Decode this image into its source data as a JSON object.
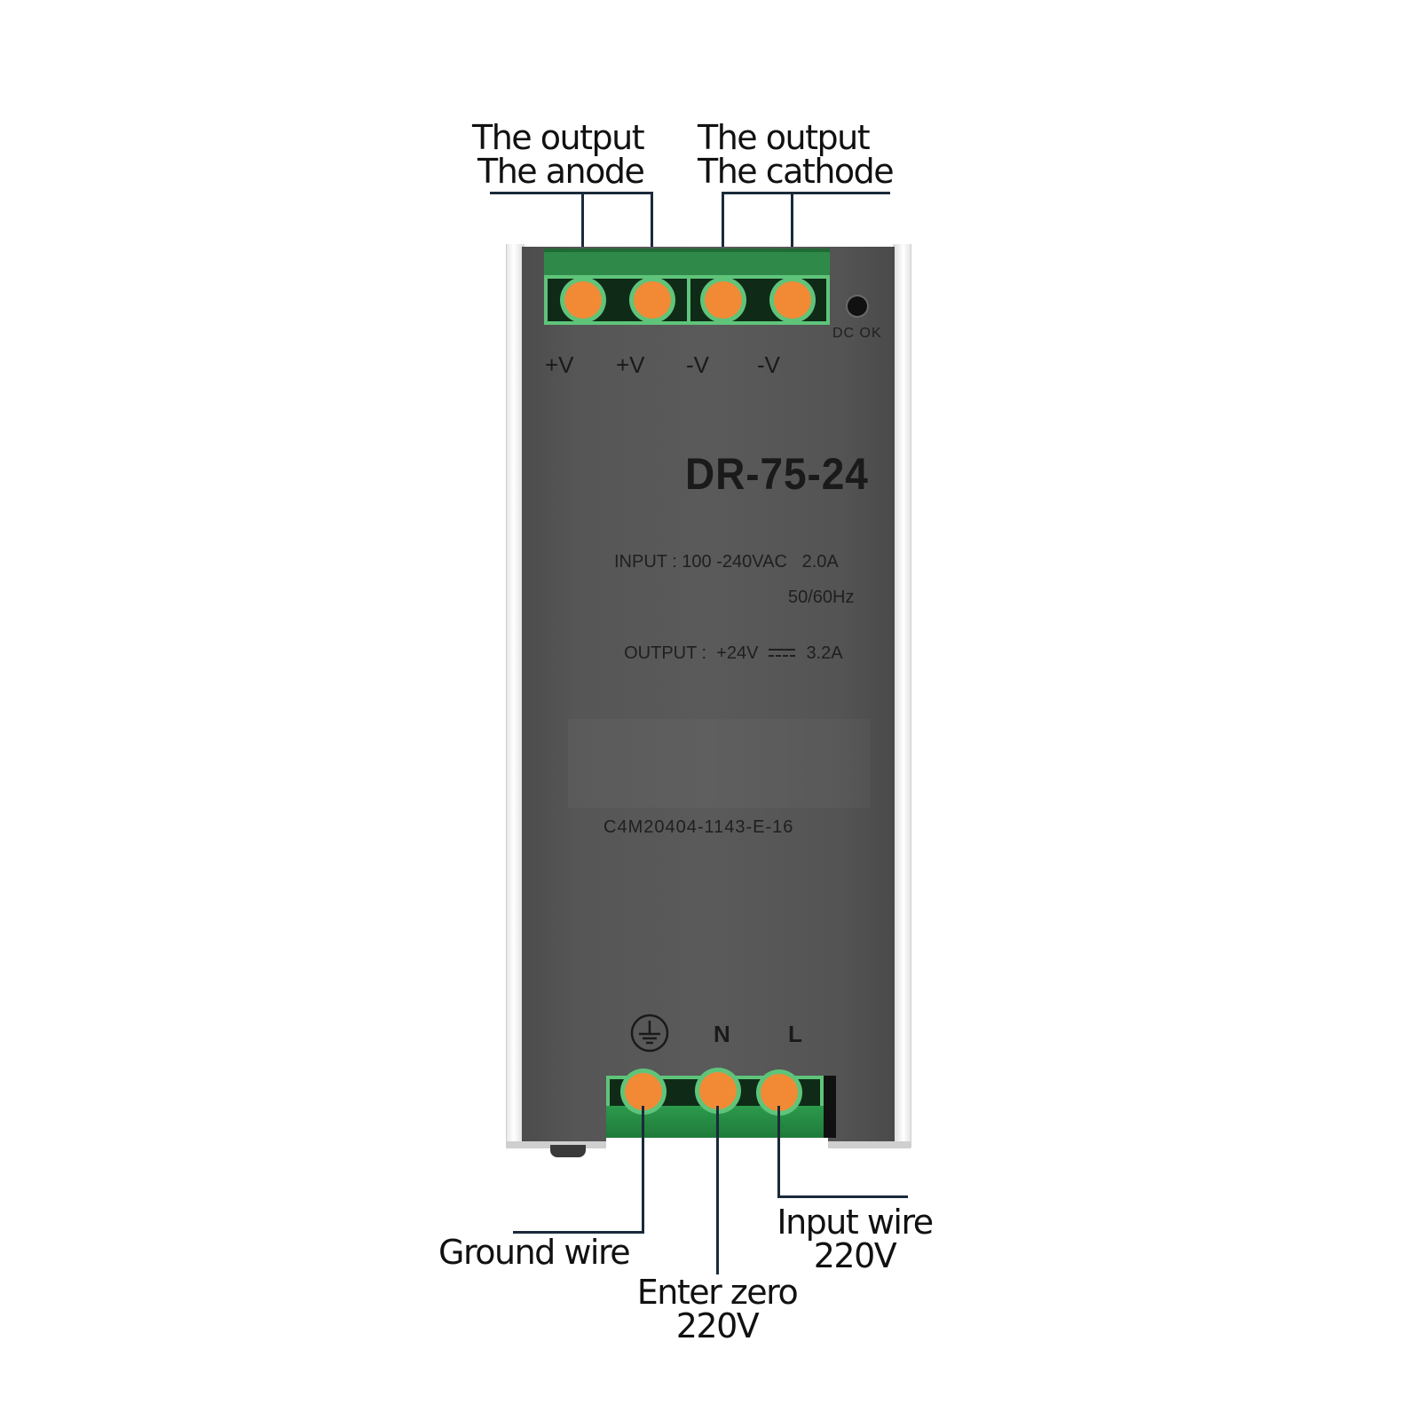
{
  "callouts": {
    "anode": {
      "line1": "The output",
      "line2": "The anode"
    },
    "cathode": {
      "line1": "The output",
      "line2": "The cathode"
    },
    "ground": {
      "label": "Ground wire"
    },
    "neutral": {
      "line1": "Enter zero",
      "line2": "220V"
    },
    "input": {
      "line1": "Input wire",
      "line2": "220V"
    }
  },
  "device": {
    "model": "DR-75-24",
    "input_label": "INPUT : 100 -240VAC   2.0A",
    "frequency": "50/60Hz",
    "output_label": "OUTPUT :  +24V",
    "output_current": "3.2A",
    "serial": "C4M20404-1143-E-16",
    "indicator": "DC OK",
    "output_pins": [
      "+V",
      "+V",
      "-V",
      "-V"
    ],
    "input_pins": {
      "ground": "earth-ground-icon",
      "neutral": "N",
      "live": "L"
    }
  },
  "colors": {
    "terminal_green": "#5fc47a",
    "screw_orange": "#f28a35",
    "housing": "#565656",
    "callout_line": "#1a2a3a"
  }
}
